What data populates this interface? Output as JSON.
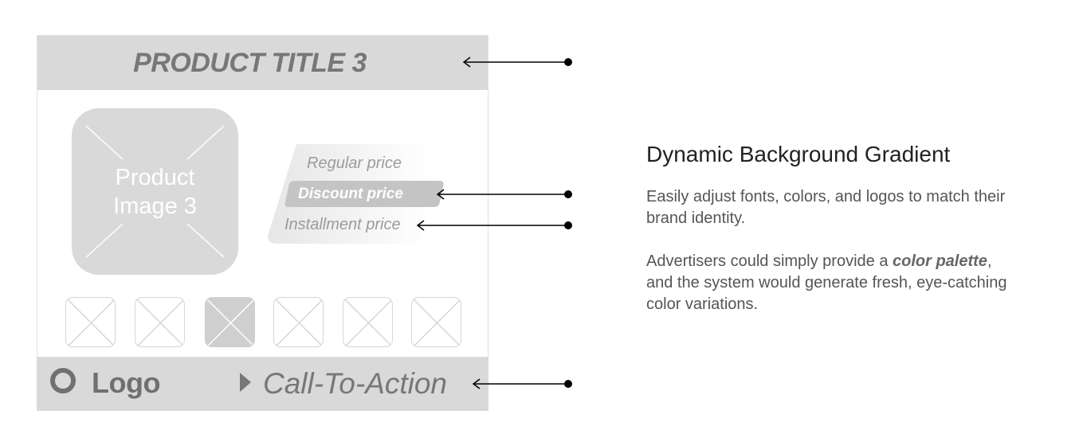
{
  "card": {
    "title": "PRODUCT TITLE 3",
    "product_image_label": "Product\nImage 3",
    "prices": {
      "regular": "Regular price",
      "discount": "Discount price",
      "installment": "Installment price"
    },
    "thumbnails": [
      {
        "state": "default"
      },
      {
        "state": "default"
      },
      {
        "state": "active"
      },
      {
        "state": "default"
      },
      {
        "state": "default"
      },
      {
        "state": "default"
      }
    ],
    "footer": {
      "logo": "Logo",
      "cta": "Call-To-Action"
    }
  },
  "annotation": {
    "title": "Dynamic Background Gradient",
    "paragraph1": "Easily adjust fonts, colors, and logos to match their brand identity.",
    "paragraph2_before": "Advertisers could simply provide a ",
    "paragraph2_bold": "color palette",
    "paragraph2_after": ", and the system would generate fresh, eye-catching color variations."
  },
  "colors": {
    "panel_gray": "#d9d9d9",
    "text_gray": "#777777",
    "annotation_text": "#222222"
  }
}
